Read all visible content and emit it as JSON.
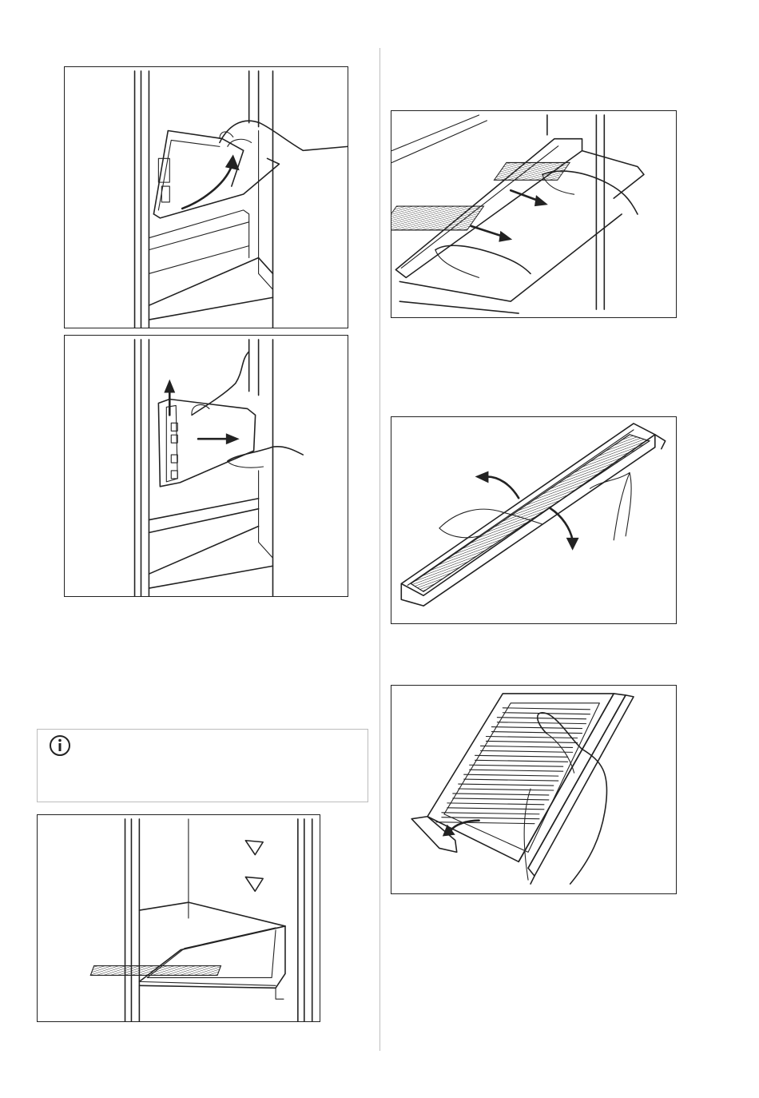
{
  "figures": [
    {
      "id": "fig-remove-cover-lift",
      "icon": "curved-arrow-icon"
    },
    {
      "id": "fig-remove-cover-pull",
      "icon": "arrow-right-icon"
    },
    {
      "id": "fig-shelf-adjust",
      "icon": "triangle-down-icon"
    },
    {
      "id": "fig-filter-slide-out",
      "icon": "arrow-right-icon"
    },
    {
      "id": "fig-filter-rotate",
      "icon": "curved-arrow-icon"
    },
    {
      "id": "fig-filter-insert",
      "icon": "curved-arrow-icon"
    }
  ],
  "info_note": {
    "icon": "info-icon",
    "text": ""
  },
  "colors": {
    "line": "#222222",
    "border": "#bcbcbc",
    "divider": "#bdbdbd"
  }
}
